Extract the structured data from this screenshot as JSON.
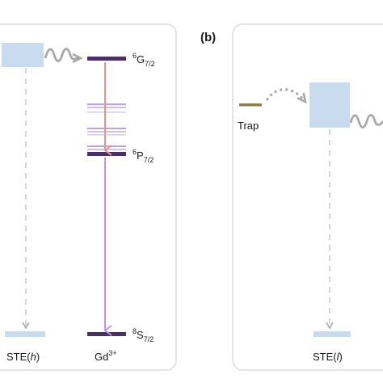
{
  "panel_b": {
    "label": "(b)",
    "trap_label": "Trap",
    "ste_label": "STE(",
    "ste_italic": "l",
    "ste_close": ")"
  },
  "panel_a": {
    "ste_label": "STE(",
    "ste_italic": "h",
    "ste_close": ")",
    "ion_label": "Gd",
    "ion_charge": "3+",
    "levels": {
      "g72": {
        "sup": "6",
        "main": "G",
        "sub": "7/2"
      },
      "p72": {
        "sup": "6",
        "main": "P",
        "sub": "7/2"
      },
      "s72": {
        "sup": "8",
        "main": "S",
        "sub": "7/2"
      }
    }
  },
  "colors": {
    "panel_border": "#dcdcdc",
    "ste_box": "#c9dbef",
    "level_dark": "#4a2f6b",
    "level_light": "#b9a6d6",
    "arrow_salmon": "#e3958a",
    "arrow_violet": "#c38ef0",
    "trap": "#8a7f4c",
    "gray": "#a8a8a8"
  }
}
